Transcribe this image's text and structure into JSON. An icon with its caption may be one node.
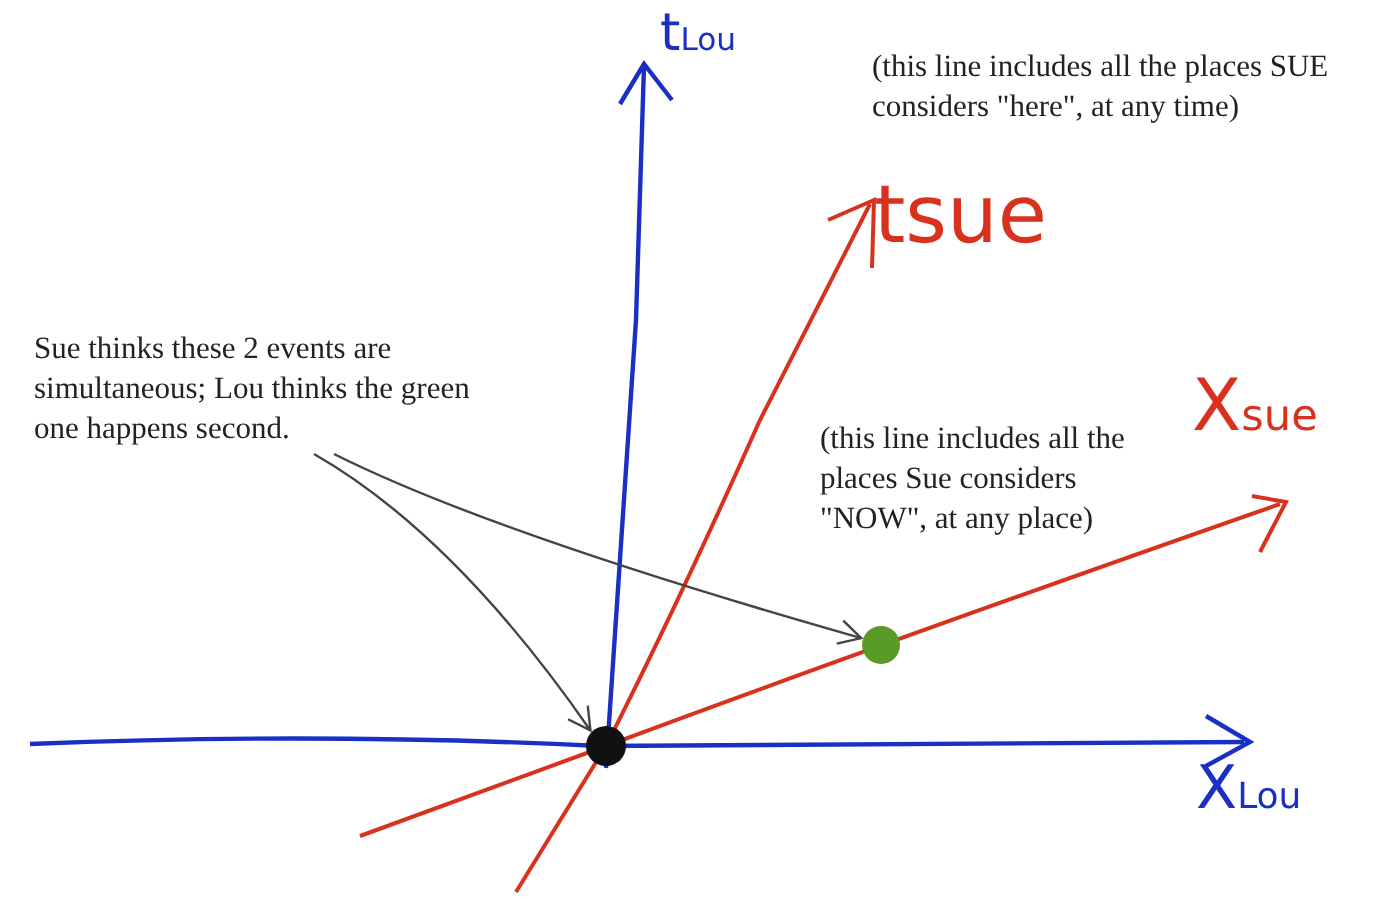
{
  "diagram": {
    "nodes": [
      {
        "text": [
          "Sue thinks these 2 events are simultaneous; Lou thinks the green one happens second."
        ]
      },
      {
        "text": [],
        "shape": "circle"
      },
      {
        "text": [],
        "shape": "circle"
      }
    ],
    "edges": [
      {
        "from": 0,
        "to": 1,
        "arrow": "to"
      },
      {
        "from": 0,
        "to": 2,
        "arrow": "to"
      }
    ],
    "labels": [
      "t$_{Lou}$",
      "(this line includes all the places SUE considers \"here\", at any time)",
      "tsue",
      "(this line includes all the places Sue considers \"NOW\", at any place)",
      "X$_{sue}$",
      "X$_{Lou}$"
    ]
  }
}
